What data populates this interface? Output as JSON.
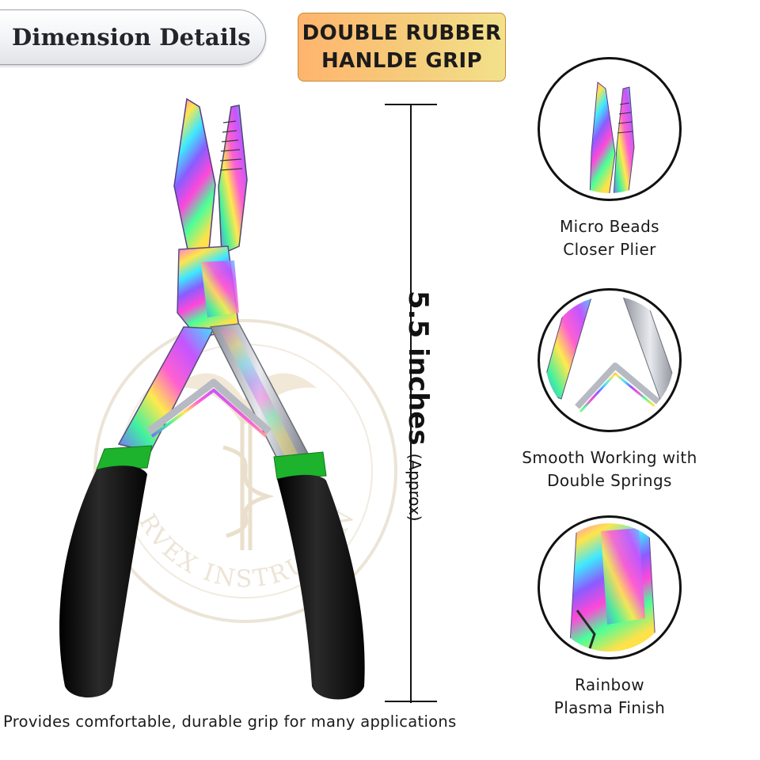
{
  "header": {
    "title": "Dimension Details"
  },
  "badge": {
    "line1": "DOUBLE RUBBER",
    "line2": "HANLDE GRIP"
  },
  "measurement": {
    "value": "5.5 inches",
    "note": "(Approx)"
  },
  "features": [
    {
      "line1": "Micro Beads",
      "line2": "Closer Plier",
      "icon": "plier-tip-closeup"
    },
    {
      "line1": "Smooth Working with",
      "line2": "Double Springs",
      "icon": "double-spring-closeup"
    },
    {
      "line1": "Rainbow",
      "line2": "Plasma Finish",
      "icon": "rainbow-joint-closeup"
    }
  ],
  "watermark": {
    "text": "QORVEX INSTRUMENTS"
  },
  "caption": "Provides comfortable, durable grip for many applications",
  "colors": {
    "badge_gradient_start": "#ffb46e",
    "badge_gradient_end": "#f3e18b",
    "grip": "#0d0d0d",
    "grip_collar": "#1db32c",
    "rainbow": [
      "#ff3df0",
      "#ffe53b",
      "#2ee6ff",
      "#7d5cff",
      "#42ff8a"
    ]
  }
}
